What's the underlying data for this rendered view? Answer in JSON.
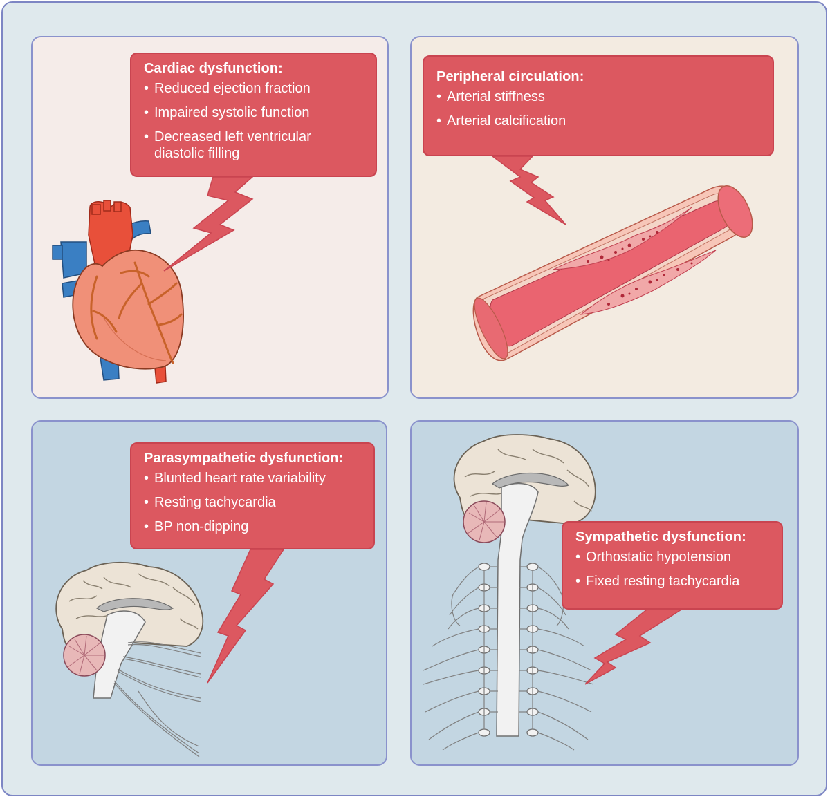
{
  "panels": {
    "cardiac": {
      "title": "Cardiac dysfunction:",
      "items": [
        "Reduced ejection fraction",
        "Impaired systolic function",
        "Decreased left ventricular diastolic filling"
      ]
    },
    "peripheral": {
      "title": "Peripheral circulation:",
      "items": [
        "Arterial stiffness",
        "Arterial calcification"
      ]
    },
    "parasympathetic": {
      "title": "Parasympathetic dysfunction:",
      "items": [
        "Blunted heart rate variability",
        "Resting tachycardia",
        "BP non-dipping"
      ]
    },
    "sympathetic": {
      "title": "Sympathetic dysfunction:",
      "items": [
        "Orthostatic hypotension",
        "Fixed resting tachycardia"
      ]
    }
  },
  "icons": [
    "heart-illustration",
    "artery-illustration",
    "brain-vagus-illustration",
    "brain-spinal-cord-illustration",
    "lightning-bolt-icon"
  ],
  "colors": {
    "callout": "#dc5860",
    "panel_border": "#8a92cc",
    "cardiac_bg": "#f5ece9",
    "peripheral_bg": "#f3ebe1",
    "nervous_bg": "#c3d6e2",
    "outer_bg": "#dfe9ed"
  }
}
